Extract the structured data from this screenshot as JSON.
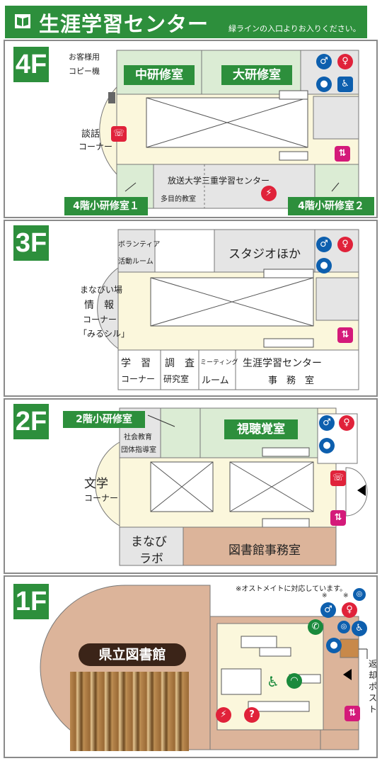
{
  "header": {
    "title": "生涯学習センター",
    "subtitle": "緑ラインの入口よりお入りください。"
  },
  "floors": {
    "f4": {
      "label": "4F",
      "rooms": {
        "middle": "中研修室",
        "large": "大研修室",
        "small1": "4階小研修室１",
        "small2": "4階小研修室２",
        "copy1": "お客様用",
        "copy2": "コピー機",
        "talk1": "談話",
        "talk2": "コーナー",
        "open_univ": "放送大学三重学習センター",
        "multi": "多目的教室"
      }
    },
    "f3": {
      "label": "3F",
      "rooms": {
        "volunteer1": "ボランティア",
        "volunteer2": "活動ルーム",
        "studio": "スタジオほか",
        "info1": "まなびい場",
        "info2": "情　報",
        "info3": "コーナー",
        "info4": "「みるシル」",
        "study1": "学　習",
        "study2": "コーナー",
        "research1": "調　査",
        "research2": "研究室",
        "meeting1": "ミーティング",
        "meeting2": "ルーム",
        "office1": "生涯学習センター",
        "office2": "事　務　室"
      }
    },
    "f2": {
      "label": "2F",
      "rooms": {
        "small": "2階小研修室",
        "av": "視聴覚室",
        "social1": "社会教育",
        "social2": "団体指導室",
        "lit1": "文学",
        "lit2": "コーナー",
        "manabi1": "まなび",
        "manabi2": "ラボ",
        "lib_office": "図書館事務室"
      }
    },
    "f1": {
      "label": "1F",
      "rooms": {
        "library": "県立図書館",
        "ostomate": "※オストメイトに対応しています。",
        "mark": "※",
        "return1": "返",
        "return2": "却",
        "return3": "ポ",
        "return4": "ス",
        "return5": "ト"
      }
    }
  },
  "colors": {
    "green": "#2d8f3c",
    "hall": "#fbf7dc",
    "gray": "#e5e5e5",
    "brown": "#dcb49a",
    "blue": "#0d5fae",
    "red": "#e0223a"
  }
}
